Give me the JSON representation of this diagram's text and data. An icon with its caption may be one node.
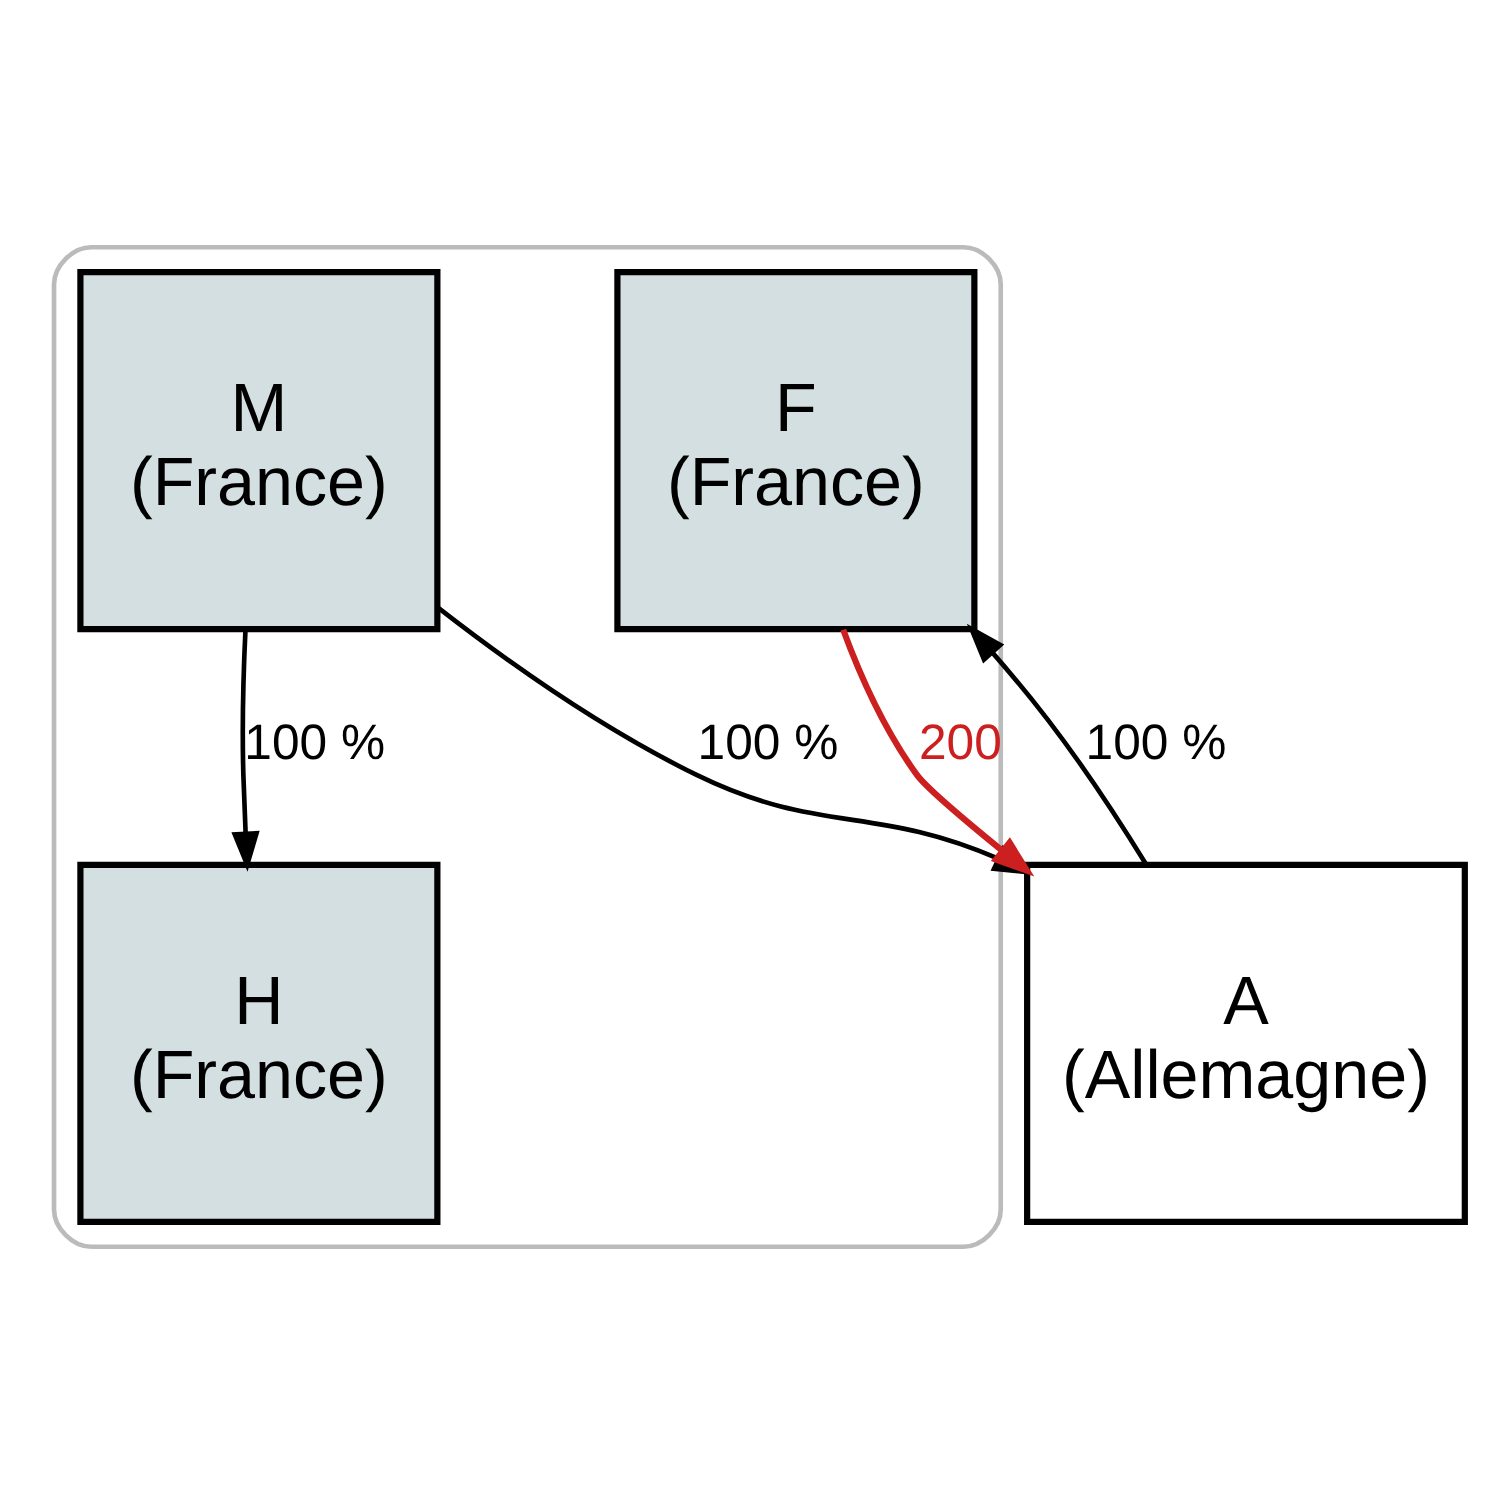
{
  "diagram": {
    "nodes": [
      {
        "text": [],
        "shape": "box"
      },
      {
        "text": [
          "M",
          "(France)"
        ],
        "in": 0
      },
      {
        "text": [
          "H",
          "(France)"
        ],
        "in": 0
      },
      {
        "text": [
          "A",
          "(Allemagne)"
        ]
      },
      {
        "text": [
          "F",
          "(France)"
        ],
        "in": 0
      }
    ],
    "edges": [
      {
        "from": 1,
        "to": 2,
        "arrow": "to",
        "label": "100 %"
      },
      {
        "from": 1,
        "to": 3,
        "arrow": "to",
        "label": "100 %"
      },
      {
        "from": 3,
        "to": 4,
        "arrow": "to",
        "label": "100 %"
      },
      {
        "from": 4,
        "to": 3,
        "arrow": "to",
        "label": "200",
        "color": "#cc1f1f"
      }
    ]
  }
}
